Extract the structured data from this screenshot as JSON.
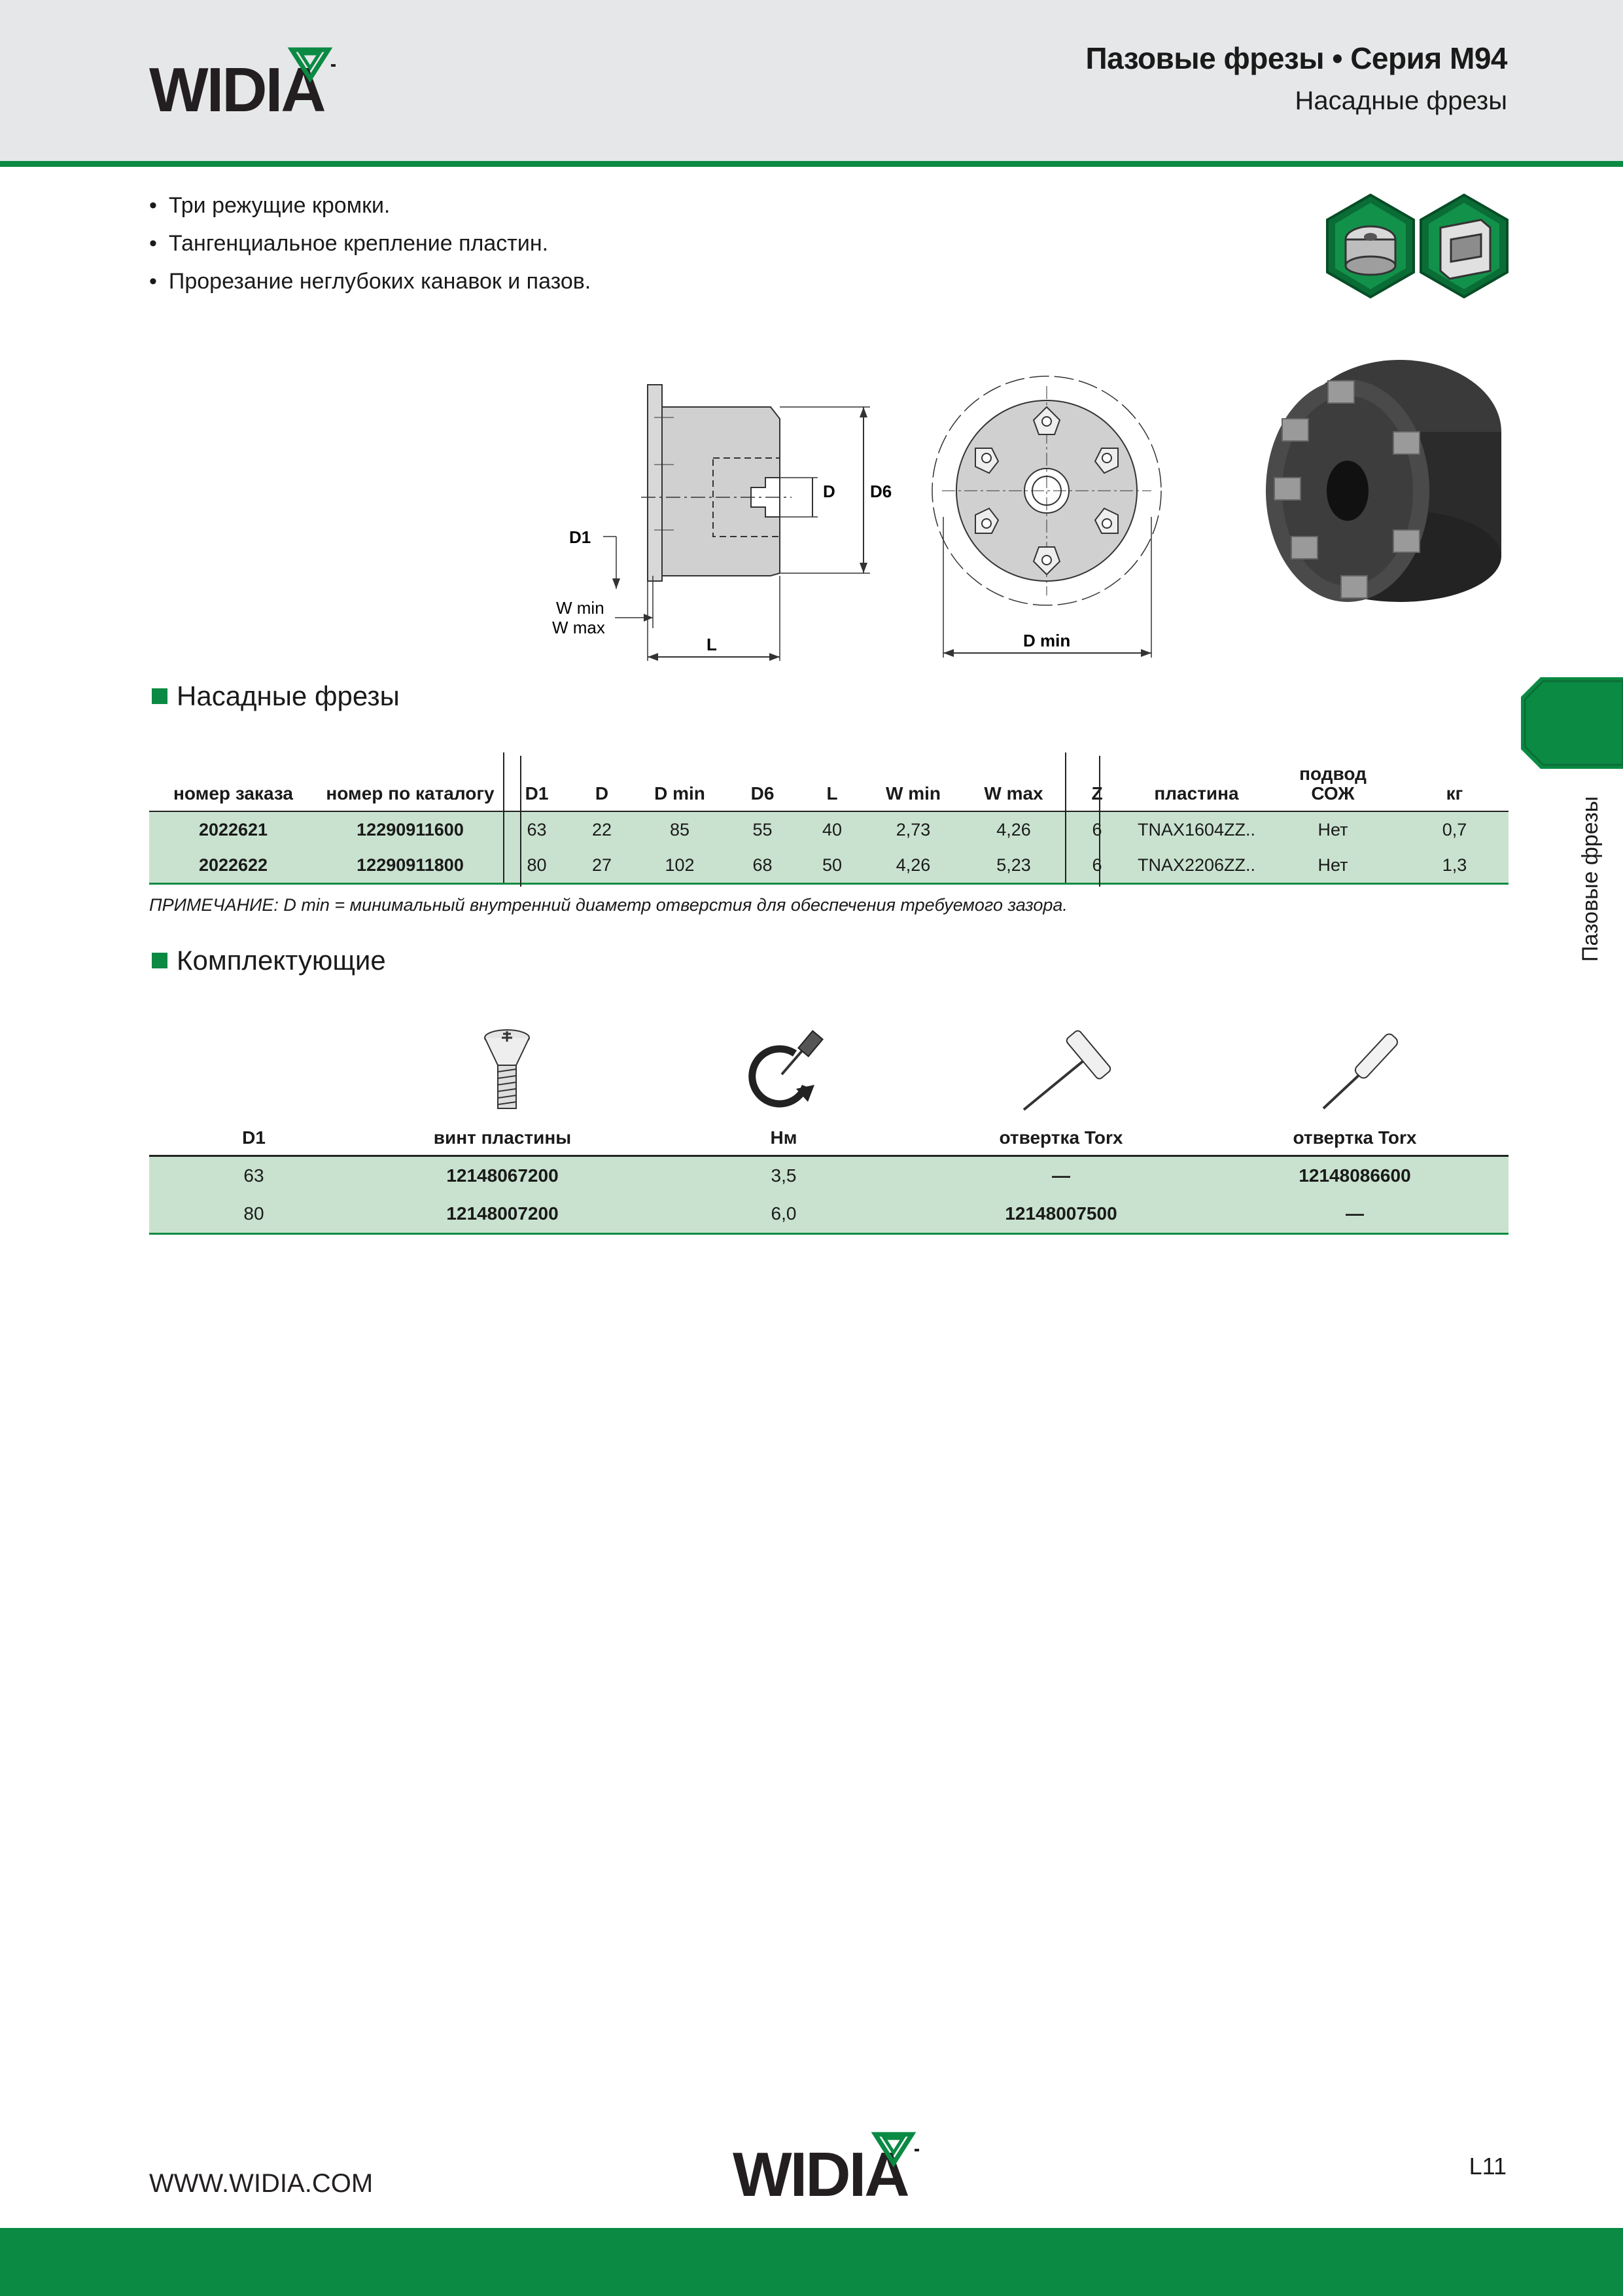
{
  "header": {
    "logo": "WIDIA",
    "title": "Пазовые фрезы • Серия M94",
    "subtitle": "Насадные фрезы"
  },
  "bullets": [
    "Три режущие кромки.",
    "Тангенциальное крепление пластин.",
    "Прорезание неглубоких канавок и пазов."
  ],
  "icons": [
    "face-mill-icon",
    "slot-icon"
  ],
  "drawing": {
    "labels": {
      "d1": "D1",
      "d": "D",
      "d6": "D6",
      "wmin": "W min",
      "wmax": "W max",
      "l": "L",
      "dmin": "D min"
    }
  },
  "section1": {
    "title": "Насадные фрезы",
    "columns": [
      "номер заказа",
      "номер по каталогу",
      "D1",
      "D",
      "D min",
      "D6",
      "L",
      "W min",
      "W max",
      "Z",
      "пластина",
      "подвод СОЖ",
      "кг"
    ],
    "rows": [
      [
        "2022621",
        "12290911600",
        "63",
        "22",
        "85",
        "55",
        "40",
        "2,73",
        "4,26",
        "6",
        "TNAX1604ZZ..",
        "Нет",
        "0,7"
      ],
      [
        "2022622",
        "12290911800",
        "80",
        "27",
        "102",
        "68",
        "50",
        "4,26",
        "5,23",
        "6",
        "TNAX2206ZZ..",
        "Нет",
        "1,3"
      ]
    ],
    "note": "ПРИМЕЧАНИЕ: D min = минимальный внутренний диаметр отверстия для обеспечения требуемого зазора."
  },
  "section2": {
    "title": "Комплектующие",
    "columns": [
      "D1",
      "винт пластины",
      "Нм",
      "отвертка Torx",
      "отвертка Torx"
    ],
    "column_icons": [
      "",
      "screw-icon",
      "torque-icon",
      "t-handle-torx-icon",
      "screwdriver-icon"
    ],
    "rows": [
      [
        "63",
        "12148067200",
        "3,5",
        "—",
        "12148086600"
      ],
      [
        "80",
        "12148007200",
        "6,0",
        "12148007500",
        "—"
      ]
    ]
  },
  "side_tab": {
    "label": "Пазовые фрезы"
  },
  "footer": {
    "url": "WWW.WIDIA.COM",
    "logo": "WIDIA",
    "page": "L11"
  },
  "colors": {
    "brand_green": "#0a8a43",
    "row_green": "#c9e2cf",
    "header_gray": "#e6e7e8"
  }
}
